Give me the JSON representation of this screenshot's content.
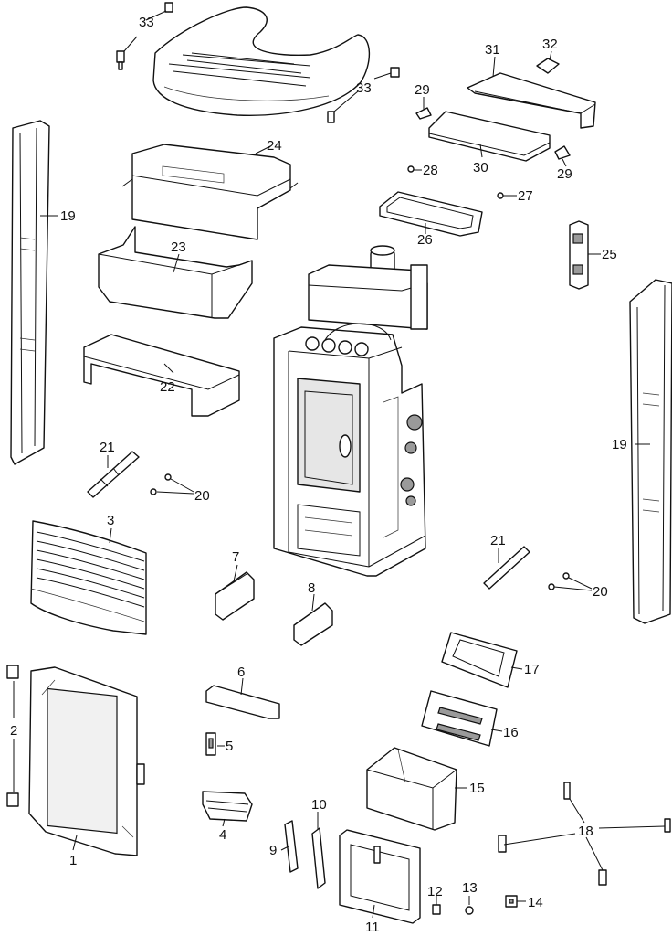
{
  "callouts": {
    "c1": "1",
    "c2": "2",
    "c3": "3",
    "c4": "4",
    "c5": "5",
    "c6": "6",
    "c7": "7",
    "c8": "8",
    "c9": "9",
    "c10": "10",
    "c11": "11",
    "c12": "12",
    "c13": "13",
    "c14": "14",
    "c15": "15",
    "c16": "16",
    "c17": "17",
    "c18": "18",
    "c19a": "19",
    "c19b": "19",
    "c20a": "20",
    "c20b": "20",
    "c21a": "21",
    "c21b": "21",
    "c22": "22",
    "c23": "23",
    "c24": "24",
    "c25": "25",
    "c26": "26",
    "c27": "27",
    "c28": "28",
    "c29a": "29",
    "c29b": "29",
    "c30": "30",
    "c31": "31",
    "c32": "32",
    "c33a": "33",
    "c33b": "33"
  },
  "colors": {
    "line": "#111111",
    "fill": "#ffffff",
    "shade": "#e6e6e6"
  }
}
